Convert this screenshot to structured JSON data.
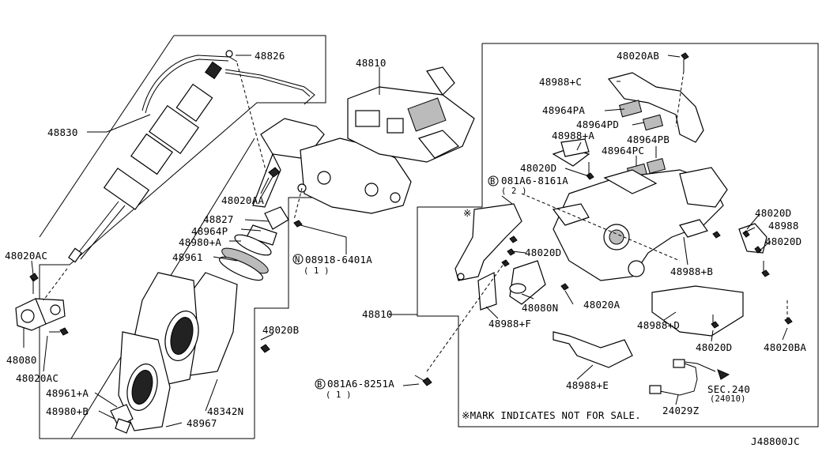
{
  "diagram_code": "J48800JC",
  "note": "※MARK INDICATES NOT FOR SALE.",
  "not_for_sale_mark": "※",
  "labels": {
    "p48826": "48826",
    "p48830": "48830",
    "p48810_top": "48810",
    "p48020AA": "48020AA",
    "p48827": "48827",
    "p48964P": "48964P",
    "p48980A": "48980+A",
    "p48961": "48961",
    "p48020AC_top": "48020AC",
    "p48080": "48080",
    "p48020AC_bot": "48020AC",
    "p08918": "08918-6401A",
    "p08918_qty": "( 1 )",
    "p48020B": "48020B",
    "p48961A": "48961+A",
    "p48980B": "48980+B",
    "p48342N": "48342N",
    "p48967": "48967",
    "p08146_bot": "081A6-8251A",
    "p08146_bot_qty": "( 1 )",
    "p48810_mid": "48810",
    "p48020AB": "48020AB",
    "p48988C": "48988+C",
    "p48964PA": "48964PA",
    "p48964PD": "48964PD",
    "p48988A": "48988+A",
    "p48964PB": "48964PB",
    "p48964PC": "48964PC",
    "p48020D_1": "48020D",
    "p08146_top": "081A6-8161A",
    "p08146_top_qty": "( 2 )",
    "p48020D_2": "48020D",
    "p48020D_3": "48020D",
    "p48988": "48988",
    "p48020D_4": "48020D",
    "p48988B": "48988+B",
    "p48080N": "48080N",
    "p48020A": "48020A",
    "p48988F": "48988+F",
    "p48988D": "48988+D",
    "p48020D_5": "48020D",
    "p48020BA": "48020BA",
    "p48988E": "48988+E",
    "p24029Z": "24029Z",
    "sec240": "SEC.240",
    "sec240_sub": "(24010)"
  },
  "symbols": {
    "N": "N",
    "B": "B"
  }
}
